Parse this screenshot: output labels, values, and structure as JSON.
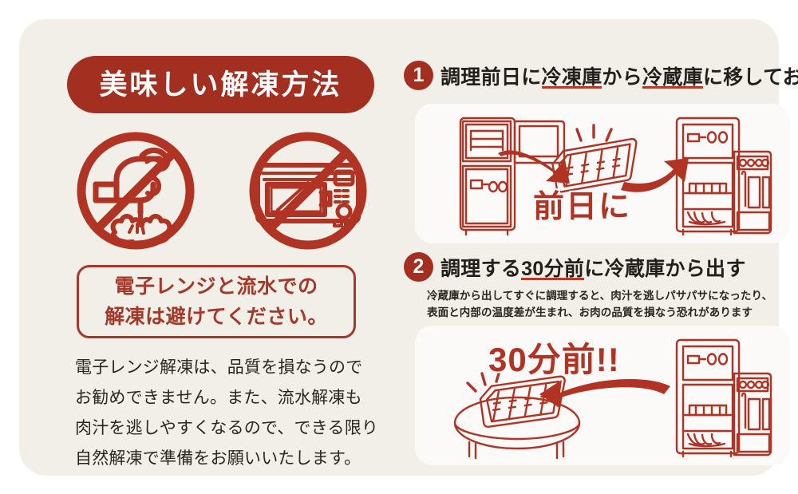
{
  "theme": {
    "page_background": "#ffffff",
    "panel_background": "#f1efe7",
    "card_background": "#fbfaf8",
    "brand_red": "#a32f20",
    "accent_red": "#b03324",
    "border_red": "#a6382a",
    "text_dark": "#2b2620"
  },
  "left": {
    "title": "美味しい解凍方法",
    "icons": [
      {
        "name": "no-running-water-icon",
        "label": "流水解凍禁止"
      },
      {
        "name": "no-microwave-icon",
        "label": "電子レンジ解凍禁止"
      }
    ],
    "notice": {
      "line1": "電子レンジと流水での",
      "line2": "解凍は避けてください。"
    },
    "body": [
      "電子レンジ解凍は、品質を損なうので",
      "お勧めできません。また、流水解凍も",
      "肉汁を逃しやすくなるので、できる限り",
      "自然解凍で準備をお願いいたします。"
    ]
  },
  "steps": [
    {
      "number": "1",
      "title_parts": [
        {
          "text": "調理前日に",
          "underline": false
        },
        {
          "text": "冷凍庫",
          "underline": true
        },
        {
          "text": "から",
          "underline": false
        },
        {
          "text": "冷蔵庫",
          "underline": true
        },
        {
          "text": "に移しておく",
          "underline": false
        }
      ],
      "title_plain": "調理前日に冷凍庫から冷蔵庫に移しておく",
      "illustration_label": "前日に",
      "illustration_desc": "冷凍庫から冷蔵庫へ肉のトレイを移す図"
    },
    {
      "number": "2",
      "title_parts": [
        {
          "text": "調理する",
          "underline": false
        },
        {
          "text": "30分前",
          "underline": true
        },
        {
          "text": "に冷蔵庫から出す",
          "underline": false
        }
      ],
      "title_plain": "調理する30分前に冷蔵庫から出す",
      "fineprint": [
        "冷蔵庫から出してすぐに調理すると、肉汁を逃しパサパサになったり、",
        "表面と内部の温度差が生まれ、お肉の品質を損なう恐れがあります"
      ],
      "illustration_label": "30分前!!",
      "illustration_desc": "冷蔵庫から肉のトレイをテーブルに出す図"
    }
  ]
}
